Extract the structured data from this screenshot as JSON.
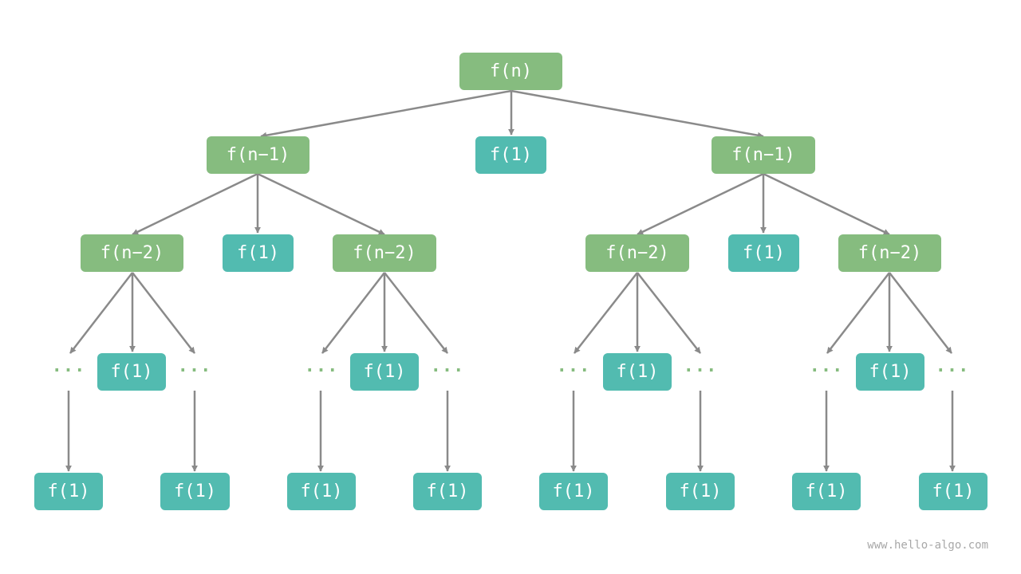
{
  "colors": {
    "recursive_node": "#86bc7f",
    "base_node": "#52bbb0",
    "edge": "#8a8a8a",
    "ellipsis": "#86bc7f"
  },
  "nodes": {
    "root": "f(n)",
    "n1_left": "f(n−1)",
    "n1_mid": "f(1)",
    "n1_right": "f(n−1)",
    "n2_a": "f(n−2)",
    "n2_b": "f(1)",
    "n2_c": "f(n−2)",
    "n2_d": "f(n−2)",
    "n2_e": "f(1)",
    "n2_f": "f(n−2)",
    "n3_a": "f(1)",
    "n3_b": "f(1)",
    "n3_c": "f(1)",
    "n3_d": "f(1)",
    "leaf_1": "f(1)",
    "leaf_2": "f(1)",
    "leaf_3": "f(1)",
    "leaf_4": "f(1)",
    "leaf_5": "f(1)",
    "leaf_6": "f(1)",
    "leaf_7": "f(1)",
    "leaf_8": "f(1)"
  },
  "ellipsis": "···",
  "watermark": "www.hello-algo.com"
}
